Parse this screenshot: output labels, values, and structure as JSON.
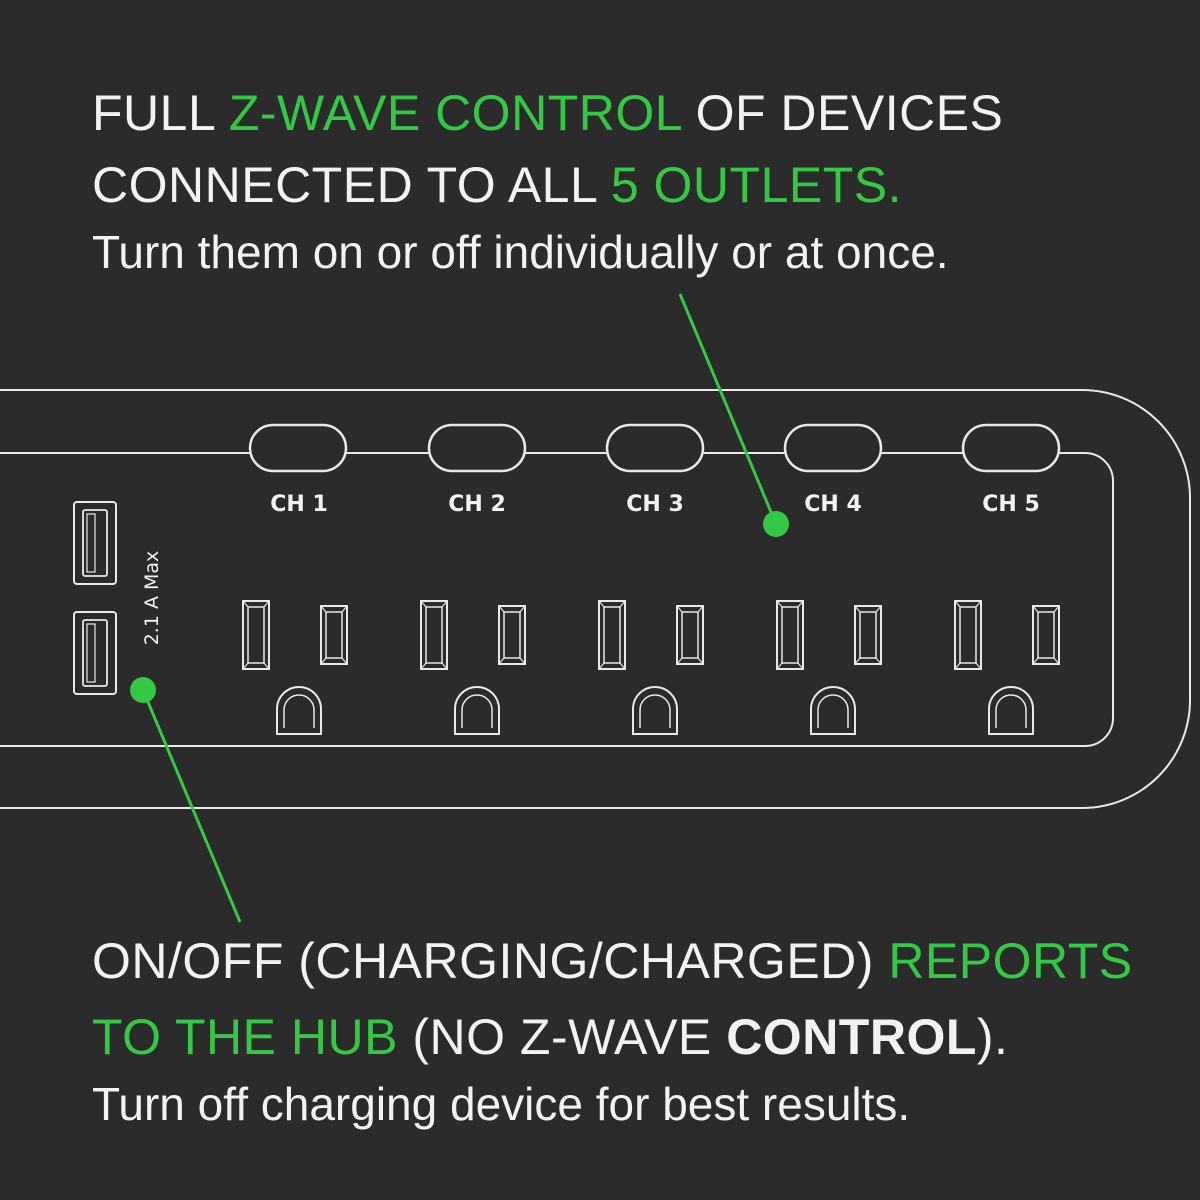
{
  "top_text": {
    "line1_a": "FULL ",
    "line1_b": "Z-WAVE CONTROL",
    "line1_c": " OF DEVICES",
    "line2_a": "CONNECTED TO ALL ",
    "line2_b": "5 OUTLETS.",
    "subline": "Turn them on or off individually or at once."
  },
  "bottom_text": {
    "line1_a": "ON/OFF (CHARGING/CHARGED) ",
    "line1_b": "REPORTS",
    "line2_a": "TO THE HUB",
    "line2_b": " (NO Z-WAVE ",
    "line2_c": "CONTROL",
    "line2_d": ").",
    "subline": "Turn off charging device for best results."
  },
  "power_strip": {
    "channels": [
      "CH 1",
      "CH 2",
      "CH 3",
      "CH 4",
      "CH 5"
    ],
    "usb_label": "2.1 A Max"
  },
  "colors": {
    "background": "#2b2b2b",
    "accent": "#34c944",
    "outline": "#e8e8e8",
    "text": "#f2f2f2"
  }
}
